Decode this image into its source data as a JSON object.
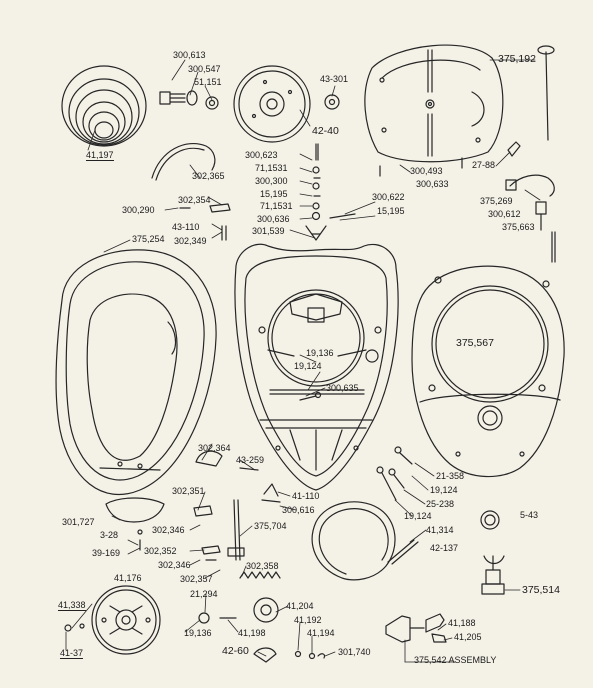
{
  "labels": {
    "p300613": "300,613",
    "p300547": "300,547",
    "p51151": "51,151",
    "p43301": "43-301",
    "p375192": "375,192",
    "p41197": "41,197",
    "p4240": "42-40",
    "p300623": "300,623",
    "p711531a": "71,1531",
    "p300300": "300,300",
    "p15195a": "15,195",
    "p300622": "300,622",
    "p711531b": "71,1531",
    "p15195b": "15,195",
    "p300636": "300,636",
    "p300493": "300,493",
    "p300633": "300,633",
    "p2788": "27-88",
    "p302365": "302,365",
    "p302354": "302,354",
    "p300290": "300,290",
    "p43110": "43-110",
    "p302349": "302,349",
    "p301539": "301,539",
    "p375269": "375,269",
    "p300612": "300,612",
    "p375663": "375,663",
    "p375254": "375,254",
    "p375567": "375,567",
    "p19136a": "19,136",
    "p19124a": "19,124",
    "p300635": "300,635",
    "p302364": "302,364",
    "p43259": "43-259",
    "p21358": "21-358",
    "p19124b": "19,124",
    "p25238": "25-238",
    "p302351": "302,351",
    "p41110": "41-110",
    "p300616": "300,616",
    "p19124c": "19,124",
    "p41314": "41,314",
    "p42137": "42-137",
    "p301727": "301,727",
    "p302346a": "302,346",
    "p375704": "375,704",
    "p328": "3-28",
    "p543": "5-43",
    "p39169": "39-169",
    "p302352": "302,352",
    "p302346b": "302,346",
    "p302358": "302,358",
    "p41176": "41,176",
    "p302357": "302,357",
    "p375514": "375,514",
    "p21294": "21,294",
    "p41338": "41,338",
    "p41204": "41,204",
    "p4137": "41-37",
    "p19136b": "19,136",
    "p41198": "41,198",
    "p41192": "41,192",
    "p41194": "41,194",
    "p41188": "41,188",
    "p41205": "41,205",
    "p4260": "42-60",
    "p301740": "301,740",
    "p375542": "375,542 ASSEMBLY"
  }
}
